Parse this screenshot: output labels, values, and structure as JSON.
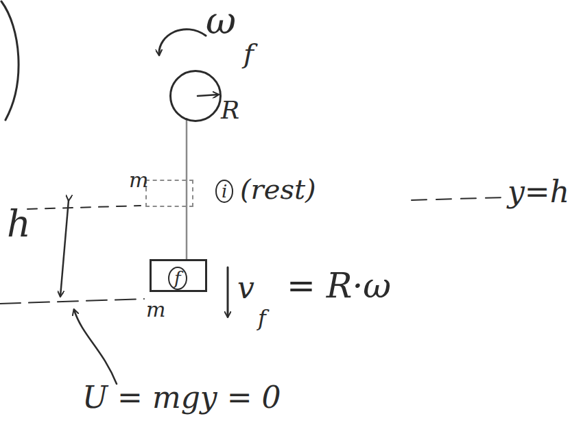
{
  "diagram": {
    "nodes": [
      {
        "text": [
          "R"
        ]
      },
      {
        "text": [
          "m"
        ]
      },
      {
        "text": [
          "f",
          "m"
        ]
      }
    ],
    "edges": [
      {
        "from": 0,
        "to": 2,
        "arrow": "none"
      }
    ],
    "labels": [
      "ω",
      "f",
      "i",
      "(rest)",
      "y=h",
      "h",
      "v",
      "f",
      "= R·ω",
      "U = mgy = 0"
    ]
  }
}
